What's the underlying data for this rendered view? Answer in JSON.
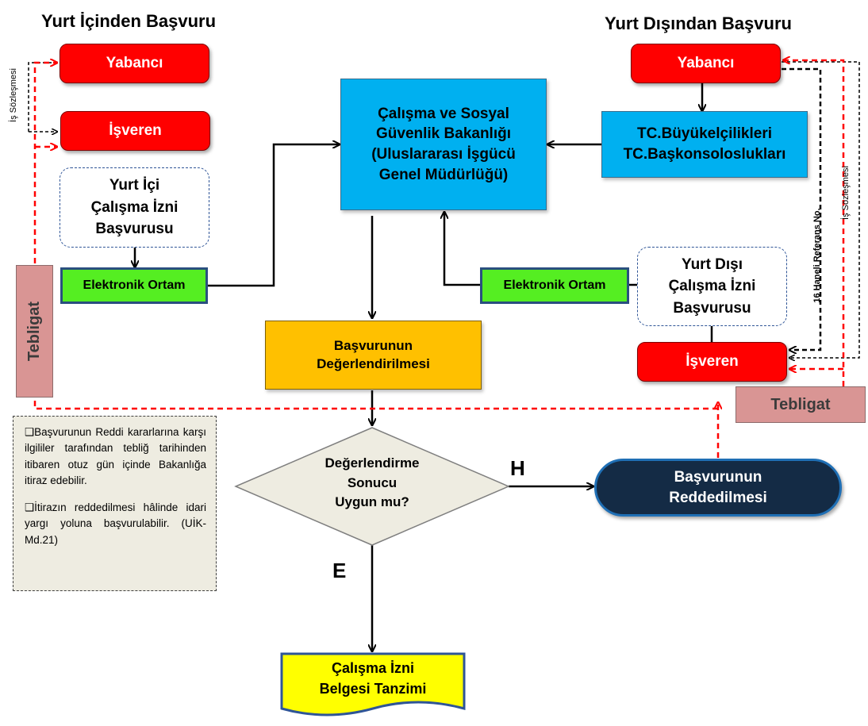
{
  "headings": {
    "left": "Yurt İçinden Başvuru",
    "right": "Yurt Dışından Başvuru"
  },
  "left": {
    "yabanci": "Yabancı",
    "isveren": "İşveren",
    "application": "Yurt İçi\nÇalışma İzni\nBaşvurusu",
    "electronic": "Elektronik Ortam",
    "tebligat": "Tebligat",
    "contract_label": "İş Sözleşmesi"
  },
  "center": {
    "ministry": "Çalışma ve Sosyal\nGüvenlik Bakanlığı\n(Uluslararası İşgücü\nGenel Müdürlüğü)",
    "evaluation": "Başvurunun\nDeğerlendirilmesi",
    "decision": "Değerlendirme\nSonucu\nUygun mu?",
    "yes_label": "E",
    "no_label": "H",
    "rejection": "Başvurunun\nReddedilmesi",
    "permit": "Çalışma İzni\nBelgesi Tanzimi"
  },
  "right": {
    "yabanci": "Yabancı",
    "embassy": "TC.Büyükelçilikleri\nTC.Başkonsoloslukları",
    "electronic": "Elektronik Ortam",
    "application": "Yurt Dışı\nÇalışma İzni\nBaşvurusu",
    "isveren": "İşveren",
    "tebligat": "Tebligat",
    "reference_label": "16 Haneli Referans No.",
    "contract_label": "İş Sözleşmesi"
  },
  "note": {
    "items": [
      "❑Başvurunun Reddi kararlarına karşı ilgililer tarafından tebliğ tarihinden itibaren otuz gün içinde Bakanlığa itiraz edebilir.",
      "❑İtirazın reddedilmesi hâlinde idari yargı yoluna başvurulabilir. (UİK-Md.21)"
    ]
  },
  "colors": {
    "red_box": "#ff0000",
    "green_box": "#55ee22",
    "blue_box": "#00b0f0",
    "orange_box": "#ffc000",
    "tebligat": "#d99594",
    "reject_pill": "#142b45",
    "permit_doc": "#ffff00",
    "decision_diamond": "#eeece1",
    "notification_arrow": "#ff0000"
  }
}
